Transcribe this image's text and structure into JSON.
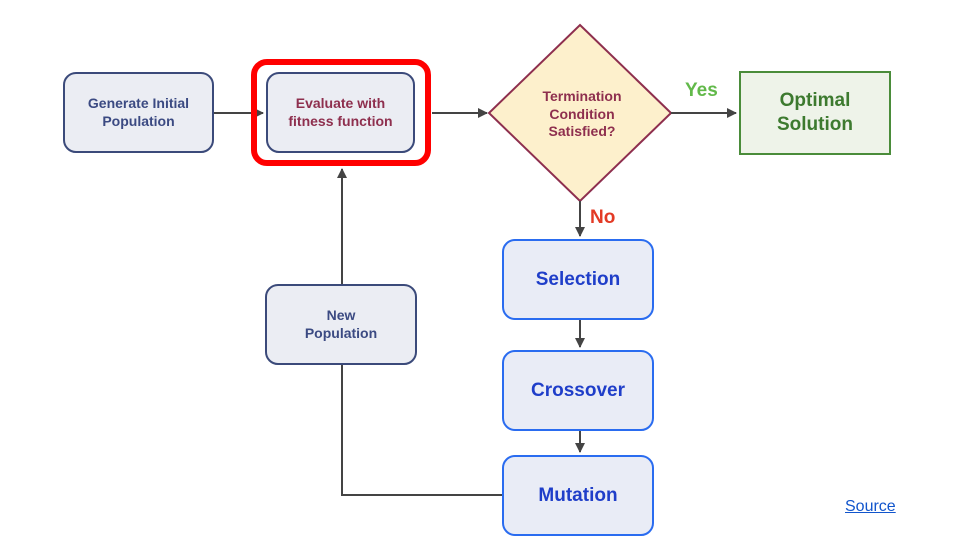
{
  "nodes": {
    "generate": "Generate Initial\nPopulation",
    "evaluate": "Evaluate with\nfitness function",
    "termination": "Termination\nCondition\nSatisfied?",
    "optimal": "Optimal\nSolution",
    "new_population": "New\nPopulation",
    "selection": "Selection",
    "crossover": "Crossover",
    "mutation": "Mutation"
  },
  "edge_labels": {
    "yes": "Yes",
    "no": "No"
  },
  "footer": {
    "source_link": "Source"
  },
  "colors": {
    "highlight": "#ff0000",
    "box_border": "#3b4a7a",
    "box_fill": "#ebedf3",
    "decision_fill": "#fdf0cc",
    "decision_border": "#8e2f4e",
    "success": "#4a8c3a",
    "operator_border": "#2a6cf0",
    "yes_color": "#62b94a",
    "no_color": "#e33a25"
  }
}
